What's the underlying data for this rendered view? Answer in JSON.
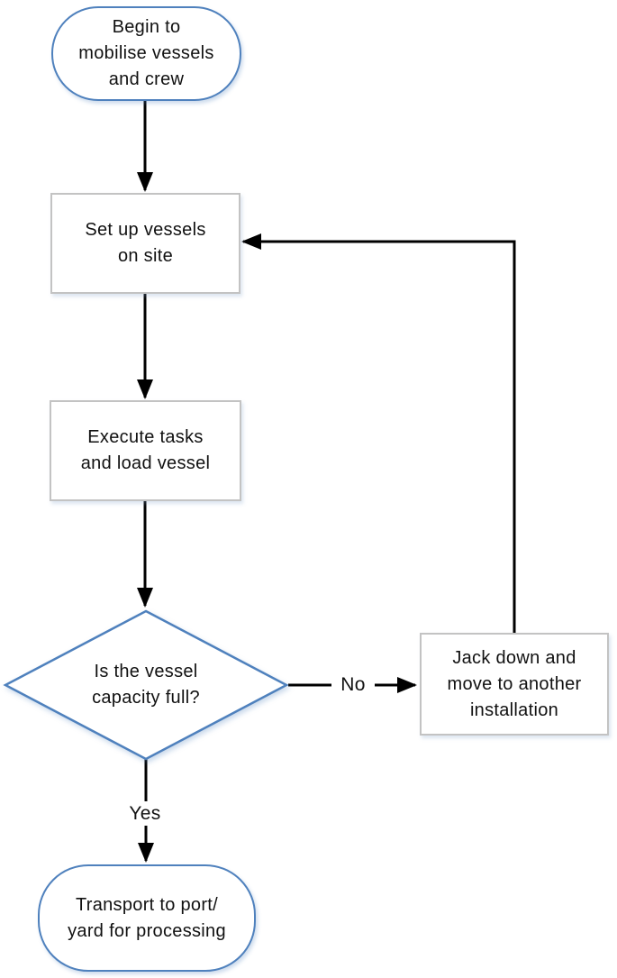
{
  "diagram_type": "flowchart",
  "nodes": {
    "start": {
      "type": "terminator",
      "lines": [
        "Begin to",
        "mobilise vessels",
        "and crew"
      ]
    },
    "setup": {
      "type": "process",
      "lines": [
        "Set up vessels",
        "on site"
      ]
    },
    "execute": {
      "type": "process",
      "lines": [
        "Execute tasks",
        "and load vessel"
      ]
    },
    "decision": {
      "type": "decision",
      "lines": [
        "Is the vessel",
        "capacity full?"
      ]
    },
    "jackdown": {
      "type": "process",
      "lines": [
        "Jack down and",
        "move to another",
        "installation"
      ]
    },
    "end": {
      "type": "terminator",
      "lines": [
        "Transport to port/",
        "yard for processing"
      ]
    }
  },
  "edges": [
    {
      "from": "start",
      "to": "setup",
      "label": ""
    },
    {
      "from": "setup",
      "to": "execute",
      "label": ""
    },
    {
      "from": "execute",
      "to": "decision",
      "label": ""
    },
    {
      "from": "decision",
      "to": "jackdown",
      "label": "No"
    },
    {
      "from": "jackdown",
      "to": "setup",
      "label": ""
    },
    {
      "from": "decision",
      "to": "end",
      "label": "Yes"
    }
  ],
  "colors": {
    "terminator_border": "#4f81bd",
    "decision_border": "#4f81bd",
    "process_border": "#c3c3c3",
    "connector": "#000000",
    "text": "#111111",
    "background": "#ffffff"
  }
}
